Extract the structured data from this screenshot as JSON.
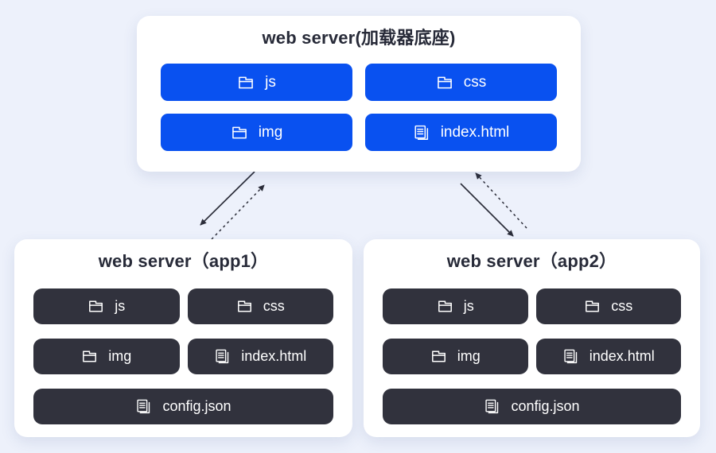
{
  "colors": {
    "background": "#EDF1FB",
    "card": "#FFFFFF",
    "accent_blue": "#0951F0",
    "dark_button": "#31323D",
    "title_text": "#272A38",
    "arrow": "#2B2D39",
    "button_text": "#FFFFFF"
  },
  "loader": {
    "title": "web server(加载器底座)",
    "items": [
      {
        "label": "js",
        "icon": "folder-icon"
      },
      {
        "label": "css",
        "icon": "folder-icon"
      },
      {
        "label": "img",
        "icon": "folder-icon"
      },
      {
        "label": "index.html",
        "icon": "file-icon"
      }
    ]
  },
  "app1": {
    "title": "web server（app1）",
    "items": [
      {
        "label": "js",
        "icon": "folder-icon"
      },
      {
        "label": "css",
        "icon": "folder-icon"
      },
      {
        "label": "img",
        "icon": "folder-icon"
      },
      {
        "label": "index.html",
        "icon": "file-icon"
      },
      {
        "label": "config.json",
        "icon": "file-icon"
      }
    ]
  },
  "app2": {
    "title": "web server（app2）",
    "items": [
      {
        "label": "js",
        "icon": "folder-icon"
      },
      {
        "label": "css",
        "icon": "folder-icon"
      },
      {
        "label": "img",
        "icon": "folder-icon"
      },
      {
        "label": "index.html",
        "icon": "file-icon"
      },
      {
        "label": "config.json",
        "icon": "file-icon"
      }
    ]
  }
}
